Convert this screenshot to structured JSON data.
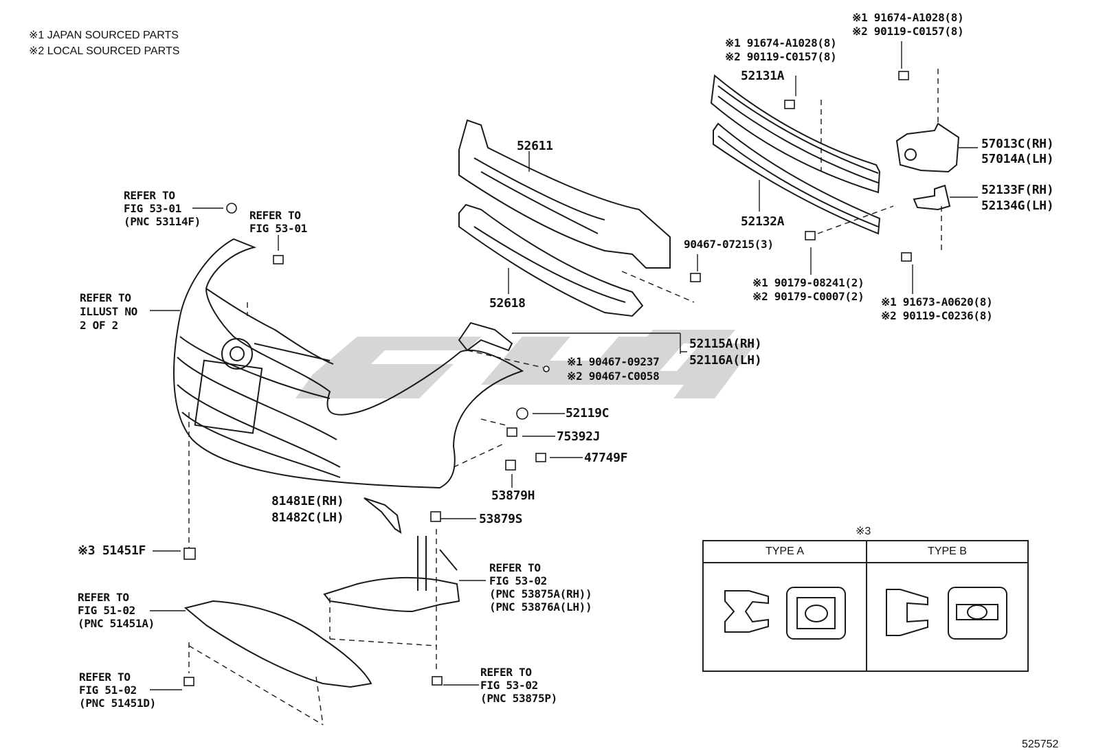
{
  "notes": [
    "※1 JAPAN SOURCED PARTS",
    "※2 LOCAL SOURCED PARTS"
  ],
  "parts": {
    "p91674_top": [
      "※1 91674-A1028(8)",
      "※2 90119-C0157(8)"
    ],
    "p91674_mid": [
      "※1 91674-A1028(8)",
      "※2 90119-C0157(8)"
    ],
    "p52131A": "52131A",
    "p52611": "52611",
    "p57013": [
      "57013C(RH)",
      "57014A(LH)"
    ],
    "p52133": [
      "52133F(RH)",
      "52134G(LH)"
    ],
    "p52132A": "52132A",
    "p90467_07215": "90467-07215(3)",
    "p90179": [
      "※1 90179-08241(2)",
      "※2 90179-C0007(2)"
    ],
    "p91673": [
      "※1 91673-A0620(8)",
      "※2 90119-C0236(8)"
    ],
    "p52618": "52618",
    "p52115": [
      "52115A(RH)",
      "52116A(LH)"
    ],
    "p90467_09237": [
      "※1 90467-09237",
      "※2 90467-C0058"
    ],
    "p52119C": "52119C",
    "p75392J": "75392J",
    "p47749F": "47749F",
    "p53879H": "53879H",
    "p81481": [
      "81481E(RH)",
      "81482C(LH)"
    ],
    "p53879S": "53879S",
    "p51451F": "※3 51451F",
    "diagram_id": "525752"
  },
  "refs": {
    "ref_53114F": [
      "REFER TO",
      "FIG 53-01",
      "(PNC 53114F)"
    ],
    "ref_fig5301": [
      "REFER TO",
      "FIG 53-01"
    ],
    "ref_illust": [
      "REFER TO",
      "ILLUST NO",
      "2 OF 2"
    ],
    "ref_53875A": [
      "REFER TO",
      "FIG 53-02",
      "(PNC 53875A(RH))",
      "(PNC 53876A(LH))"
    ],
    "ref_51451A": [
      "REFER TO",
      "FIG 51-02",
      "(PNC 51451A)"
    ],
    "ref_51451D": [
      "REFER TO",
      "FIG 51-02",
      "(PNC 51451D)"
    ],
    "ref_53875P": [
      "REFER TO",
      "FIG 53-02",
      "(PNC 53875P)"
    ]
  },
  "typebox": {
    "mark": "※3",
    "type_a": "TYPE A",
    "type_b": "TYPE B"
  },
  "colors": {
    "line": "#1a1a1a",
    "watermark": "#d0d0d0"
  }
}
